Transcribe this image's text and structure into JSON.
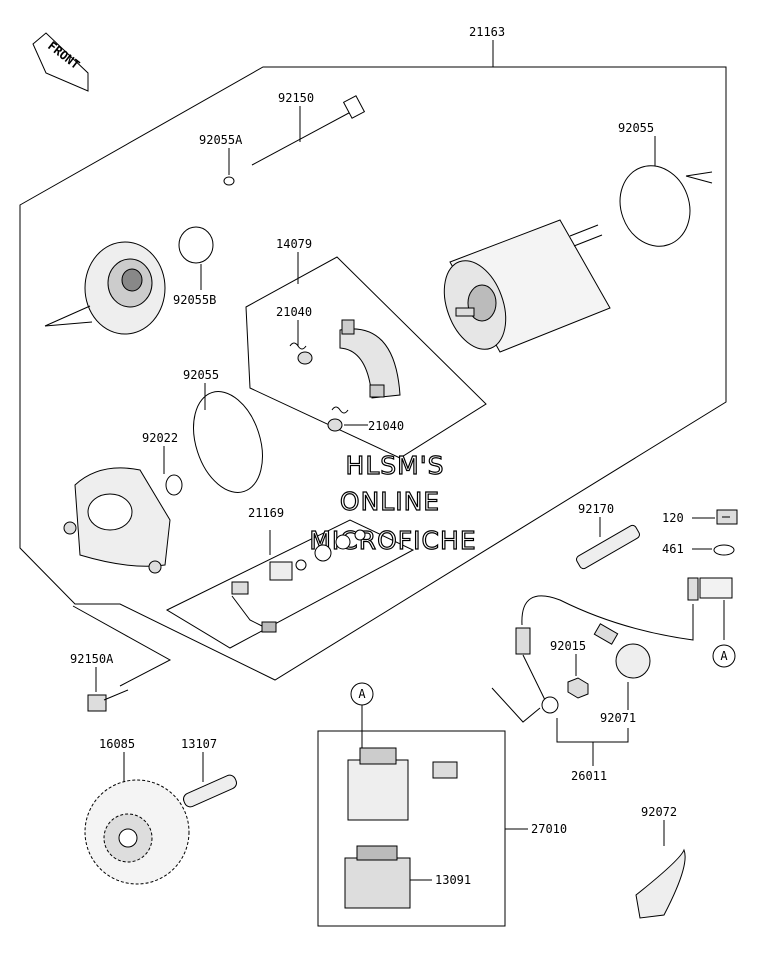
{
  "labels": {
    "21163": "21163",
    "92150": "92150",
    "92055A": "92055A",
    "92055_top": "92055",
    "92055B": "92055B",
    "14079": "14079",
    "21040_a": "21040",
    "21040_b": "21040",
    "92055_mid": "92055",
    "92022": "92022",
    "21169": "21169",
    "92170": "92170",
    "120": "120",
    "461": "461",
    "92150A": "92150A",
    "92015": "92015",
    "92071": "92071",
    "26011": "26011",
    "16085": "16085",
    "13107": "13107",
    "27010": "27010",
    "13091": "13091",
    "92072": "92072",
    "ref_A_right": "A",
    "ref_A_box": "A",
    "front": "FRONT"
  },
  "watermark": {
    "line1": "HLSM'S",
    "line2": "ONLINE",
    "line3": "MICROFICHE"
  }
}
